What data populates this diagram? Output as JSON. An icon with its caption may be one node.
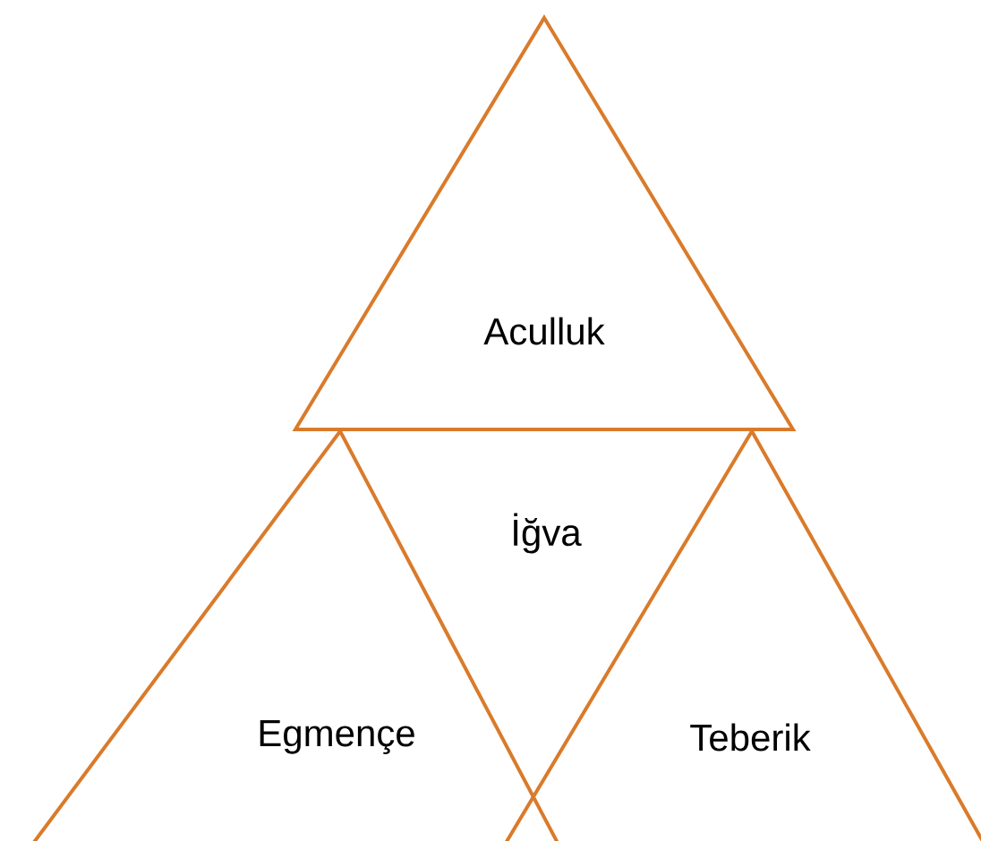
{
  "diagram": {
    "nodes": [
      {
        "text": [
          "Aculluk"
        ]
      },
      {
        "text": [
          "Egmençe"
        ]
      },
      {
        "text": [
          "Teberik"
        ]
      }
    ],
    "labels": [
      "İğva"
    ]
  }
}
